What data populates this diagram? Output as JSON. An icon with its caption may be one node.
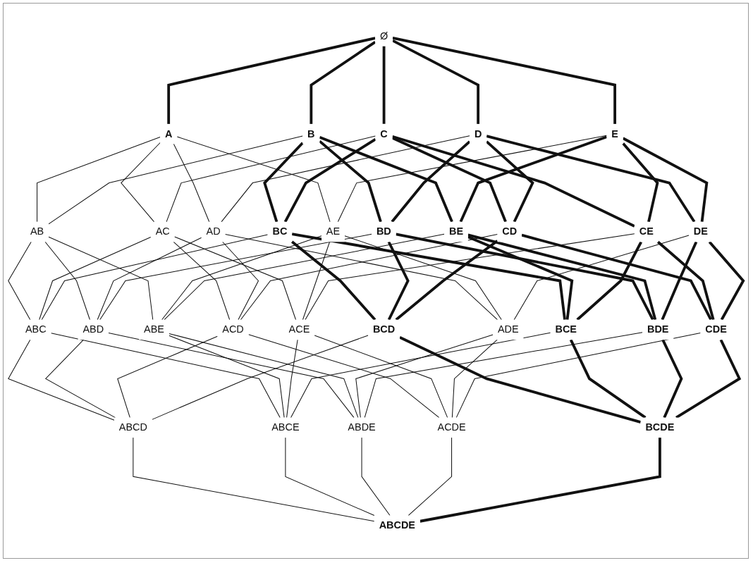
{
  "diagram": {
    "nodes": [
      {
        "text": [
          "Ø"
        ]
      },
      {
        "text": [
          "A"
        ]
      },
      {
        "text": [
          "B"
        ]
      },
      {
        "text": [
          "C"
        ]
      },
      {
        "text": [
          "D"
        ]
      },
      {
        "text": [
          "E"
        ]
      },
      {
        "text": [
          "AB"
        ]
      },
      {
        "text": [
          "AC"
        ]
      },
      {
        "text": [
          "AD"
        ]
      },
      {
        "text": [
          "AE"
        ]
      },
      {
        "text": [
          "BC"
        ]
      },
      {
        "text": [
          "BD"
        ]
      },
      {
        "text": [
          "BE"
        ]
      },
      {
        "text": [
          "CD"
        ]
      },
      {
        "text": [
          "CE"
        ]
      },
      {
        "text": [
          "DE"
        ]
      },
      {
        "text": [
          "ABC"
        ]
      },
      {
        "text": [
          "ABD"
        ]
      },
      {
        "text": [
          "ABE"
        ]
      },
      {
        "text": [
          "ACD"
        ]
      },
      {
        "text": [
          "ACE"
        ]
      },
      {
        "text": [
          "ADE"
        ]
      },
      {
        "text": [
          "BCD"
        ]
      },
      {
        "text": [
          "BCE"
        ]
      },
      {
        "text": [
          "BDE"
        ]
      },
      {
        "text": [
          "CDE"
        ]
      },
      {
        "text": [
          "ABCD"
        ]
      },
      {
        "text": [
          "ABCE"
        ]
      },
      {
        "text": [
          "ABDE"
        ]
      },
      {
        "text": [
          "ACDE"
        ]
      },
      {
        "text": [
          "BCDE"
        ]
      },
      {
        "text": [
          "ABCDE"
        ]
      }
    ],
    "edges": [
      {
        "from": 0,
        "to": 1,
        "arrow": "none",
        "style": "thick"
      },
      {
        "from": 0,
        "to": 2,
        "arrow": "none",
        "style": "thick"
      },
      {
        "from": 0,
        "to": 3,
        "arrow": "none",
        "style": "thick"
      },
      {
        "from": 0,
        "to": 4,
        "arrow": "none",
        "style": "thick"
      },
      {
        "from": 0,
        "to": 5,
        "arrow": "none",
        "style": "thick"
      },
      {
        "from": 1,
        "to": 6,
        "arrow": "none"
      },
      {
        "from": 1,
        "to": 7,
        "arrow": "none"
      },
      {
        "from": 1,
        "to": 8,
        "arrow": "none"
      },
      {
        "from": 1,
        "to": 9,
        "arrow": "none"
      },
      {
        "from": 2,
        "to": 6,
        "arrow": "none"
      },
      {
        "from": 2,
        "to": 10,
        "arrow": "none",
        "style": "thick"
      },
      {
        "from": 2,
        "to": 11,
        "arrow": "none",
        "style": "thick"
      },
      {
        "from": 2,
        "to": 12,
        "arrow": "none",
        "style": "thick"
      },
      {
        "from": 3,
        "to": 7,
        "arrow": "none"
      },
      {
        "from": 3,
        "to": 10,
        "arrow": "none",
        "style": "thick"
      },
      {
        "from": 3,
        "to": 13,
        "arrow": "none",
        "style": "thick"
      },
      {
        "from": 3,
        "to": 14,
        "arrow": "none",
        "style": "thick"
      },
      {
        "from": 4,
        "to": 8,
        "arrow": "none"
      },
      {
        "from": 4,
        "to": 11,
        "arrow": "none",
        "style": "thick"
      },
      {
        "from": 4,
        "to": 13,
        "arrow": "none",
        "style": "thick"
      },
      {
        "from": 4,
        "to": 15,
        "arrow": "none",
        "style": "thick"
      },
      {
        "from": 5,
        "to": 9,
        "arrow": "none"
      },
      {
        "from": 5,
        "to": 12,
        "arrow": "none",
        "style": "thick"
      },
      {
        "from": 5,
        "to": 14,
        "arrow": "none",
        "style": "thick"
      },
      {
        "from": 5,
        "to": 15,
        "arrow": "none",
        "style": "thick"
      },
      {
        "from": 6,
        "to": 16,
        "arrow": "none"
      },
      {
        "from": 6,
        "to": 17,
        "arrow": "none"
      },
      {
        "from": 6,
        "to": 18,
        "arrow": "none"
      },
      {
        "from": 7,
        "to": 16,
        "arrow": "none"
      },
      {
        "from": 7,
        "to": 19,
        "arrow": "none"
      },
      {
        "from": 7,
        "to": 20,
        "arrow": "none"
      },
      {
        "from": 8,
        "to": 17,
        "arrow": "none"
      },
      {
        "from": 8,
        "to": 19,
        "arrow": "none"
      },
      {
        "from": 8,
        "to": 21,
        "arrow": "none"
      },
      {
        "from": 9,
        "to": 18,
        "arrow": "none"
      },
      {
        "from": 9,
        "to": 20,
        "arrow": "none"
      },
      {
        "from": 9,
        "to": 21,
        "arrow": "none"
      },
      {
        "from": 10,
        "to": 16,
        "arrow": "none"
      },
      {
        "from": 10,
        "to": 22,
        "arrow": "none",
        "style": "thick"
      },
      {
        "from": 10,
        "to": 23,
        "arrow": "none",
        "style": "thick"
      },
      {
        "from": 11,
        "to": 17,
        "arrow": "none"
      },
      {
        "from": 11,
        "to": 22,
        "arrow": "none",
        "style": "thick"
      },
      {
        "from": 11,
        "to": 24,
        "arrow": "none",
        "style": "thick"
      },
      {
        "from": 12,
        "to": 18,
        "arrow": "none"
      },
      {
        "from": 12,
        "to": 23,
        "arrow": "none",
        "style": "thick"
      },
      {
        "from": 12,
        "to": 24,
        "arrow": "none",
        "style": "thick"
      },
      {
        "from": 13,
        "to": 19,
        "arrow": "none"
      },
      {
        "from": 13,
        "to": 22,
        "arrow": "none",
        "style": "thick"
      },
      {
        "from": 13,
        "to": 25,
        "arrow": "none",
        "style": "thick"
      },
      {
        "from": 14,
        "to": 20,
        "arrow": "none"
      },
      {
        "from": 14,
        "to": 23,
        "arrow": "none",
        "style": "thick"
      },
      {
        "from": 14,
        "to": 25,
        "arrow": "none",
        "style": "thick"
      },
      {
        "from": 15,
        "to": 21,
        "arrow": "none"
      },
      {
        "from": 15,
        "to": 24,
        "arrow": "none",
        "style": "thick"
      },
      {
        "from": 15,
        "to": 25,
        "arrow": "none",
        "style": "thick"
      },
      {
        "from": 16,
        "to": 26,
        "arrow": "none"
      },
      {
        "from": 16,
        "to": 27,
        "arrow": "none"
      },
      {
        "from": 17,
        "to": 26,
        "arrow": "none"
      },
      {
        "from": 17,
        "to": 28,
        "arrow": "none"
      },
      {
        "from": 18,
        "to": 27,
        "arrow": "none"
      },
      {
        "from": 18,
        "to": 28,
        "arrow": "none"
      },
      {
        "from": 19,
        "to": 26,
        "arrow": "none"
      },
      {
        "from": 19,
        "to": 29,
        "arrow": "none"
      },
      {
        "from": 20,
        "to": 27,
        "arrow": "none"
      },
      {
        "from": 20,
        "to": 29,
        "arrow": "none"
      },
      {
        "from": 21,
        "to": 28,
        "arrow": "none"
      },
      {
        "from": 21,
        "to": 29,
        "arrow": "none"
      },
      {
        "from": 22,
        "to": 26,
        "arrow": "none"
      },
      {
        "from": 22,
        "to": 30,
        "arrow": "none",
        "style": "thick"
      },
      {
        "from": 23,
        "to": 27,
        "arrow": "none"
      },
      {
        "from": 23,
        "to": 30,
        "arrow": "none",
        "style": "thick"
      },
      {
        "from": 24,
        "to": 28,
        "arrow": "none"
      },
      {
        "from": 24,
        "to": 30,
        "arrow": "none",
        "style": "thick"
      },
      {
        "from": 25,
        "to": 29,
        "arrow": "none"
      },
      {
        "from": 25,
        "to": 30,
        "arrow": "none",
        "style": "thick"
      },
      {
        "from": 26,
        "to": 31,
        "arrow": "none"
      },
      {
        "from": 27,
        "to": 31,
        "arrow": "none"
      },
      {
        "from": 28,
        "to": 31,
        "arrow": "none"
      },
      {
        "from": 29,
        "to": 31,
        "arrow": "none"
      },
      {
        "from": 30,
        "to": 31,
        "arrow": "none",
        "style": "thick"
      }
    ]
  }
}
